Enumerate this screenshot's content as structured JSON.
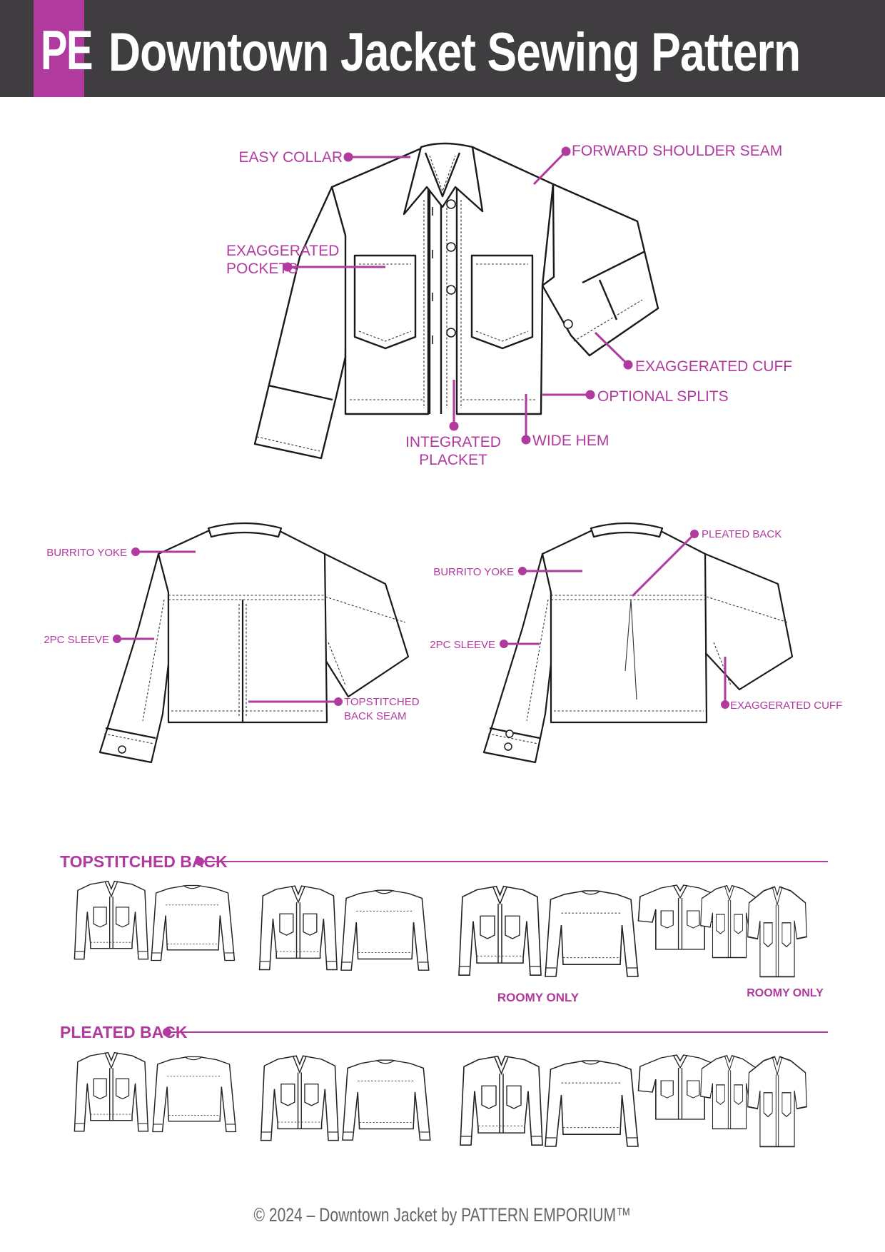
{
  "header": {
    "logo": "PE",
    "title": "Downtown Jacket Sewing Pattern"
  },
  "colors": {
    "header_bg": "#3f3d40",
    "accent": "#b03a9e",
    "line": "#1a1a1a"
  },
  "front_callouts": {
    "easy_collar": "EASY COLLAR",
    "forward_shoulder_seam": "FORWARD SHOULDER SEAM",
    "exaggerated_pockets_1": "EXAGGERATED",
    "exaggerated_pockets_2": "POCKETS",
    "exaggerated_cuff": "EXAGGERATED CUFF",
    "optional_splits": "OPTIONAL SPLITS",
    "integrated_placket_1": "INTEGRATED",
    "integrated_placket_2": "PLACKET",
    "wide_hem": "WIDE HEM"
  },
  "back_left_callouts": {
    "burrito_yoke": "BURRITO YOKE",
    "two_pc_sleeve": "2PC SLEEVE",
    "topstitched_back_seam_1": "TOPSTITCHED",
    "topstitched_back_seam_2": "BACK SEAM"
  },
  "back_right_callouts": {
    "pleated_back": "PLEATED BACK",
    "burrito_yoke": "BURRITO YOKE",
    "two_pc_sleeve": "2PC SLEEVE",
    "exaggerated_cuff": "EXAGGERATED CUFF"
  },
  "variants": {
    "topstitched_heading": "TOPSTITCHED BACK",
    "pleated_heading": "PLEATED BACK",
    "roomy_only_1": "ROOMY ONLY",
    "roomy_only_2": "ROOMY ONLY"
  },
  "footer": "© 2024 – Downtown Jacket by PATTERN EMPORIUM™"
}
